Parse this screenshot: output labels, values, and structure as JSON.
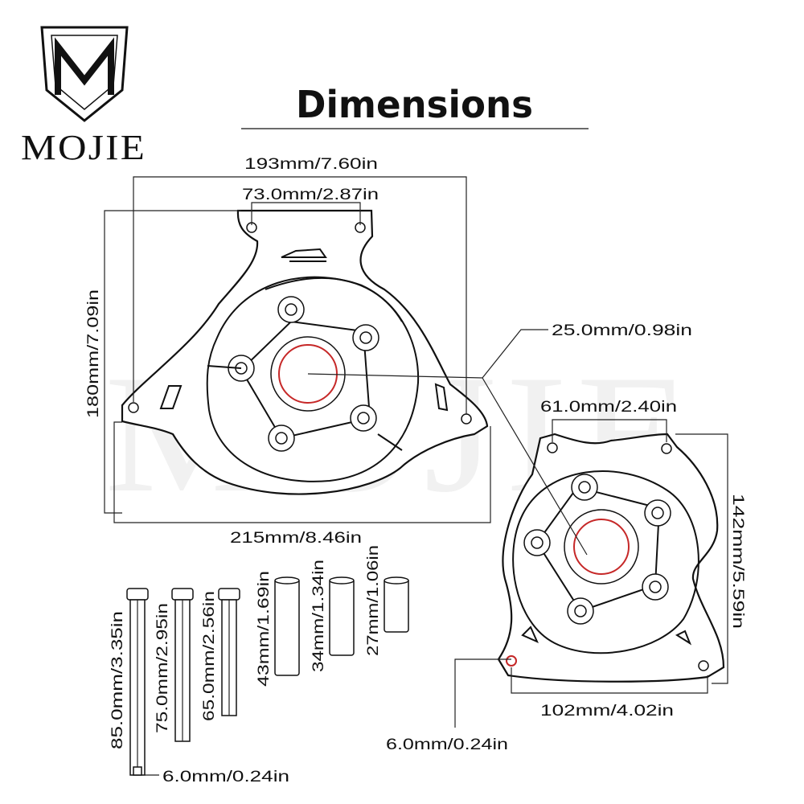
{
  "brand": {
    "name": "MOJIE",
    "watermark": "MOJIE"
  },
  "title": "Dimensions",
  "left_cover": {
    "width_top": "193mm/7.60in",
    "hole_spacing": "73.0mm/2.87in",
    "height": "180mm/7.09in",
    "width_bottom": "215mm/8.46in"
  },
  "right_cover": {
    "center_bore": "25.0mm/0.98in",
    "hole_spacing": "61.0mm/2.40in",
    "height": "142mm/5.59in",
    "width_bottom": "102mm/4.02in",
    "hole_diameter": "6.0mm/0.24in"
  },
  "bolts": [
    {
      "length": "85.0mm/3.35in"
    },
    {
      "length": "75.0mm/2.95in"
    },
    {
      "length": "65.0mm/2.56in"
    }
  ],
  "spacers": [
    {
      "length": "43mm/1.69in"
    },
    {
      "length": "34mm/1.34in"
    },
    {
      "length": "27mm/1.06in"
    }
  ],
  "bolt_diameter": "6.0mm/0.24in"
}
